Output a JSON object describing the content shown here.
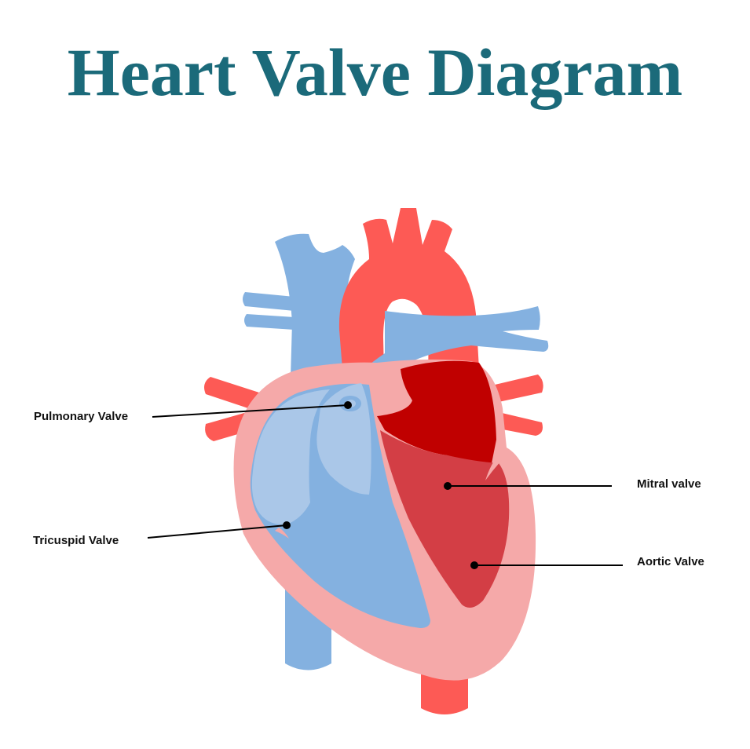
{
  "title": "Heart Valve Diagram",
  "colors": {
    "title": "#1b6a7a",
    "vein_blue": "#84b1e0",
    "right_chamber_light_blue": "#aac7e8",
    "artery_red": "#fd5a55",
    "left_atrium_dark_red": "#c00000",
    "left_ventricle_red": "#d33e45",
    "heart_wall_pink": "#f5a9a9",
    "leader_line": "#000000"
  },
  "labels": [
    {
      "id": "pulmonary",
      "text": "Pulmonary Valve",
      "side": "left"
    },
    {
      "id": "tricuspid",
      "text": "Tricuspid Valve",
      "side": "left"
    },
    {
      "id": "mitral",
      "text": "Mitral valve",
      "side": "right"
    },
    {
      "id": "aortic",
      "text": "Aortic Valve",
      "side": "right"
    }
  ]
}
